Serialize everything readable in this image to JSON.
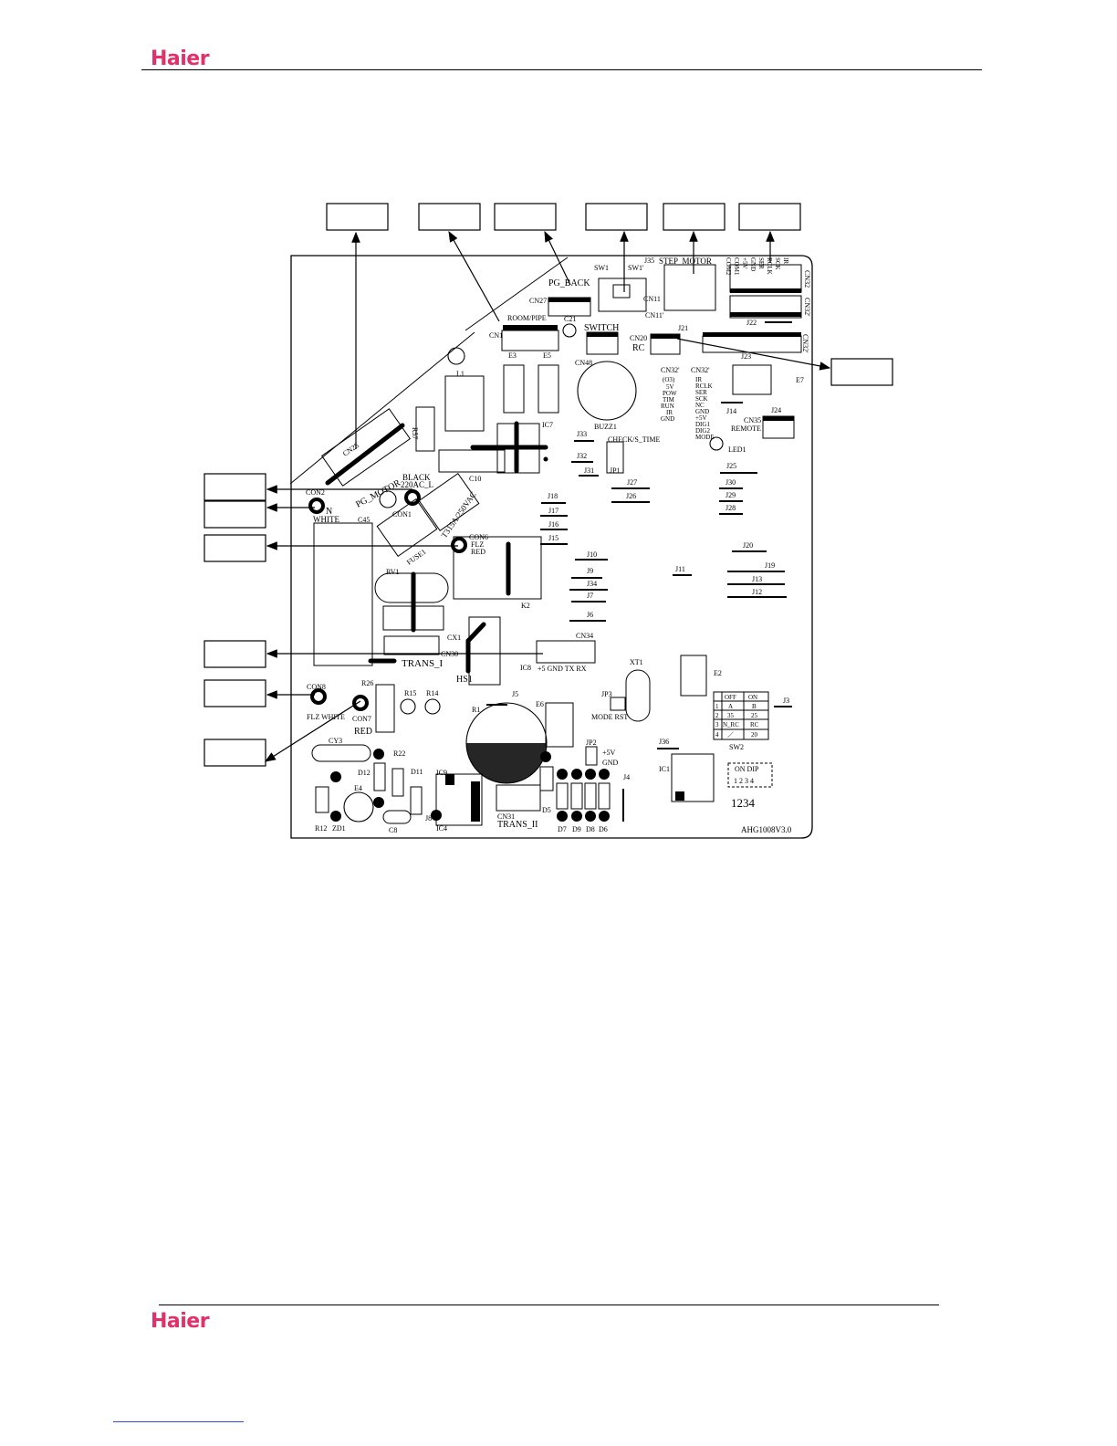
{
  "header": {
    "brand": "Haier"
  },
  "footer": {
    "brand": "Haier"
  },
  "colors": {
    "brand": "#e2306a",
    "ink": "#000000"
  },
  "board": {
    "model": "AHG1008V3.0",
    "labels": {
      "cn25": "CN25",
      "pg_motor": "PG_MOTOR",
      "black": "BLACK",
      "ac_l": "220AC_L",
      "con1": "CON1",
      "con2": "CON2",
      "n": "N",
      "white": "WHITE",
      "c45": "C45",
      "fuse_rating": "T315A/250VAC",
      "fuse1": "FUSE1",
      "con6": "CON6",
      "flz": "FLZ",
      "red": "RED",
      "rv1": "RV1",
      "cx1": "CX1",
      "trans_i": "TRANS_I",
      "cn30": "CN30",
      "k2": "K2",
      "hs1": "HS1",
      "ic8": "IC8",
      "cn34": "CN34",
      "uart": "+5 GND TX RX",
      "con8": "CON8",
      "flz_white": "FLZ WHITE",
      "r26": "R26",
      "con7": "CON7",
      "red2": "RED",
      "r15": "R15",
      "r14": "R14",
      "r1": "R1",
      "j5": "J5",
      "e6": "E6",
      "cy3": "CY3",
      "r22": "R22",
      "d12": "D12",
      "d11": "D11",
      "ic9": "IC9",
      "e4": "E4",
      "r12": "R12",
      "zd1": "ZD1",
      "c8": "C8",
      "j8": "J8",
      "ic4": "IC4",
      "cn31": "CN31",
      "trans_ii": "TRANS_II",
      "d5": "D5",
      "d7": "D7",
      "d9": "D9",
      "d8": "D8",
      "d6": "D6",
      "jp3": "JP3",
      "mode_rst": "MODE RST",
      "jp2": "JP2",
      "plus5v": "+5V",
      "gnd": "GND",
      "xt1": "XT1",
      "e2": "E2",
      "j4": "J4",
      "j36": "J36",
      "ic1": "IC1",
      "sw2": "SW2",
      "j3": "J3",
      "on_dip": "ON  DIP",
      "dip_nums": "1 2 3 4",
      "dip_big": "1234",
      "room_pipe": "ROOM/PIPE",
      "cn1": "CN1",
      "e3": "E3",
      "e5": "E5",
      "c21": "C21",
      "pg_back": "PG_BACK",
      "cn27": "CN27",
      "switch": "SWITCH",
      "cn48": "CN48",
      "buzz1": "BUZZ1",
      "ic7": "IC7",
      "l1": "L1",
      "r57": "R57",
      "c10": "C10",
      "sw1": "SW1",
      "sw1b": "SW1'",
      "j35": "J35",
      "step_motor": "STEP_MOTOR",
      "cn11": "CN11",
      "cn11b": "CN11'",
      "j21": "J21",
      "j22": "J22",
      "j23": "J23",
      "cn20": "CN20",
      "rc": "RC",
      "cn32": "CN32",
      "cn32b": "CN32'",
      "e7": "E7",
      "j14": "J14",
      "j24": "J24",
      "cn35": "CN35",
      "remote": "REMOTE",
      "led1": "LED1",
      "j33": "J33",
      "j32": "J32",
      "j31": "J31",
      "jp1": "JP1",
      "check_time": "CHECK/S_TIME",
      "j27": "J27",
      "j26": "J26",
      "j25": "J25",
      "j30": "J30",
      "j29": "J29",
      "j28": "J28",
      "j18": "J18",
      "j17": "J17",
      "j16": "J16",
      "j15": "J15",
      "j10": "J10",
      "j9": "J9",
      "j34": "J34",
      "j7": "J7",
      "j6": "J6",
      "j11": "J11",
      "j20": "J20",
      "j19": "J19",
      "j13": "J13",
      "j12": "J12"
    },
    "cn32_pins": [
      "COM2",
      "COM1",
      "+5V",
      "GND",
      "SER",
      "RCLK",
      "SCK",
      "IR"
    ],
    "cn32b_pins_left": [
      "(O3)",
      "5V",
      "POW",
      "TIM",
      "RUN",
      "IR",
      "GND"
    ],
    "cn32b_pins_right": [
      "IR",
      "RCLK",
      "SER",
      "SCK",
      "NC",
      "GND",
      "+5V",
      "DIG1",
      "DIG2",
      "MODE"
    ],
    "sw2_table": {
      "headers": [
        "",
        "OFF",
        "ON"
      ],
      "rows": [
        [
          "1",
          "A",
          "B"
        ],
        [
          "2",
          "35",
          "25"
        ],
        [
          "3",
          "N_RC",
          "RC"
        ],
        [
          "4",
          "／",
          "20"
        ]
      ]
    }
  }
}
